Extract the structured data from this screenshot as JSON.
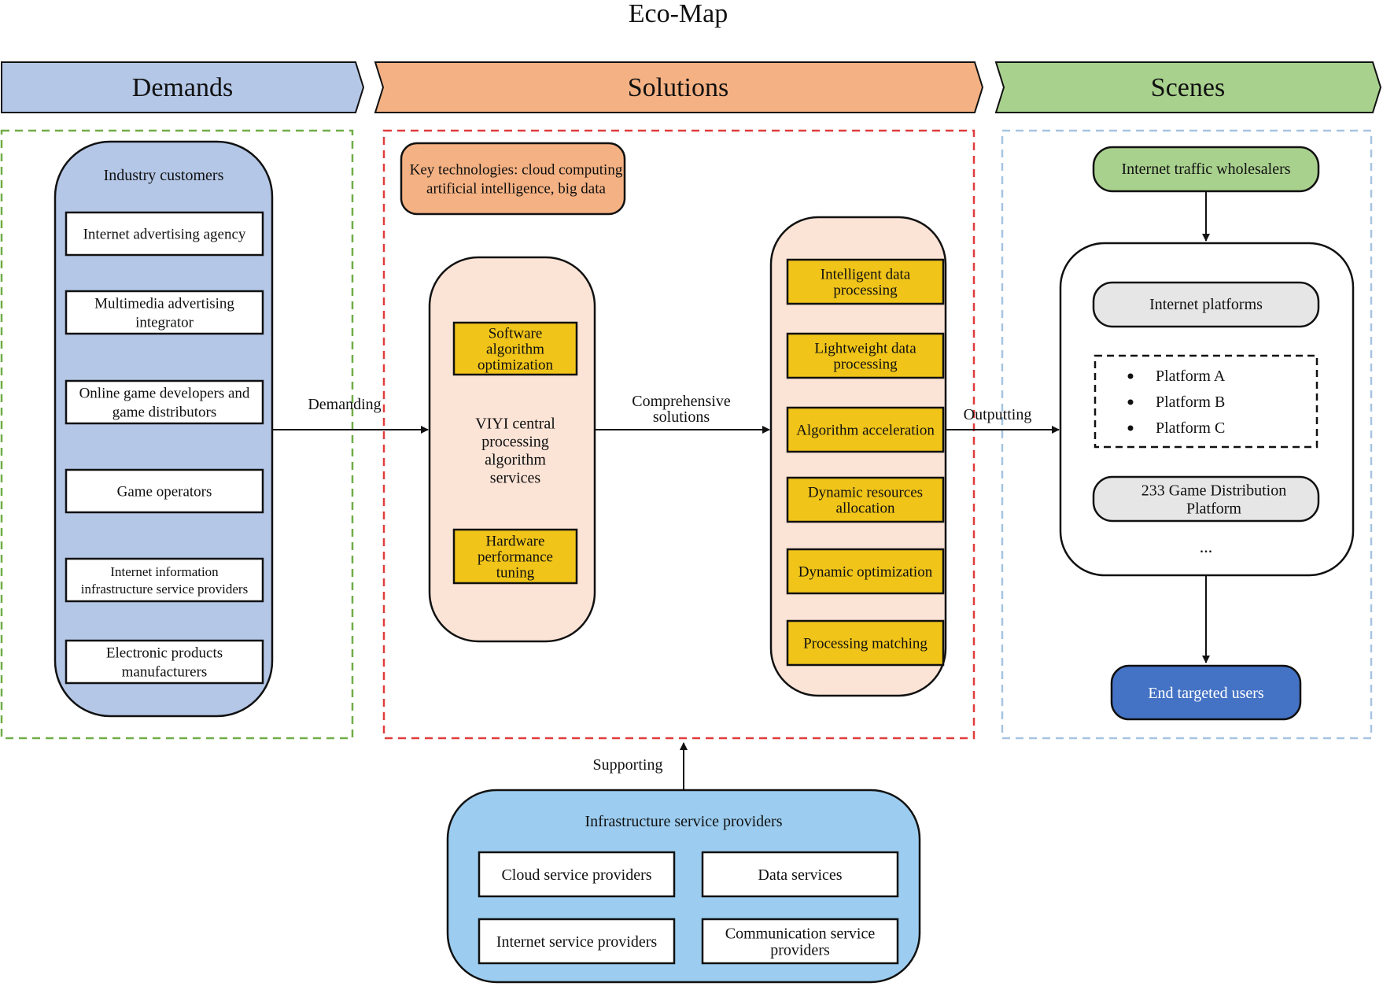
{
  "title": "Eco-Map",
  "headers": {
    "demands": "Demands",
    "solutions": "Solutions",
    "scenes": "Scenes"
  },
  "colors": {
    "demands_header": "#b4c7e7",
    "solutions_header": "#f4b183",
    "scenes_header": "#a9d18e",
    "demands_border": "#70ad47",
    "solutions_border": "#e03c3c",
    "scenes_border": "#a7c4e0",
    "item_gold": "#f0c419",
    "solution_pill": "#fbe3d6",
    "infra_fill": "#9ccdf0",
    "end_users": "#4472c4"
  },
  "demands": {
    "group_title": "Industry customers",
    "items": [
      [
        "Internet advertising agency"
      ],
      [
        "Multimedia advertising",
        "integrator"
      ],
      [
        "Online game developers and",
        "game distributors"
      ],
      [
        "Game operators"
      ],
      [
        "Internet information",
        "infrastructure service providers"
      ],
      [
        "Electronic products",
        "manufacturers"
      ]
    ]
  },
  "solutions": {
    "key_tech": [
      "Key technologies: cloud computing",
      "artificial intelligence, big data"
    ],
    "central": {
      "top_item": [
        "Software",
        "algorithm",
        "optimization"
      ],
      "label": [
        "VIYI central",
        "processing",
        "algorithm",
        "services"
      ],
      "bottom_item": [
        "Hardware",
        "performance",
        "tuning"
      ]
    },
    "outputs": [
      [
        "Intelligent data",
        "processing"
      ],
      [
        "Lightweight data",
        "processing"
      ],
      [
        "Algorithm acceleration"
      ],
      [
        "Dynamic resources",
        "allocation"
      ],
      [
        "Dynamic optimization"
      ],
      [
        "Processing matching"
      ]
    ]
  },
  "scenes": {
    "wholesalers": "Internet traffic wholesalers",
    "platforms_title": "Internet platforms",
    "platform_list": [
      "Platform A",
      "Platform B",
      "Platform C"
    ],
    "game_platform": [
      "233 Game Distribution",
      "Platform"
    ],
    "ellipsis": "...",
    "end_users": "End targeted users"
  },
  "arrows": {
    "demanding": "Demanding",
    "comprehensive": [
      "Comprehensive",
      "solutions"
    ],
    "outputting": "Outputting",
    "supporting": "Supporting"
  },
  "infrastructure": {
    "title": "Infrastructure service providers",
    "items": [
      [
        "Cloud service providers"
      ],
      [
        "Data services"
      ],
      [
        "Internet service providers"
      ],
      [
        "Communication service",
        "providers"
      ]
    ]
  }
}
